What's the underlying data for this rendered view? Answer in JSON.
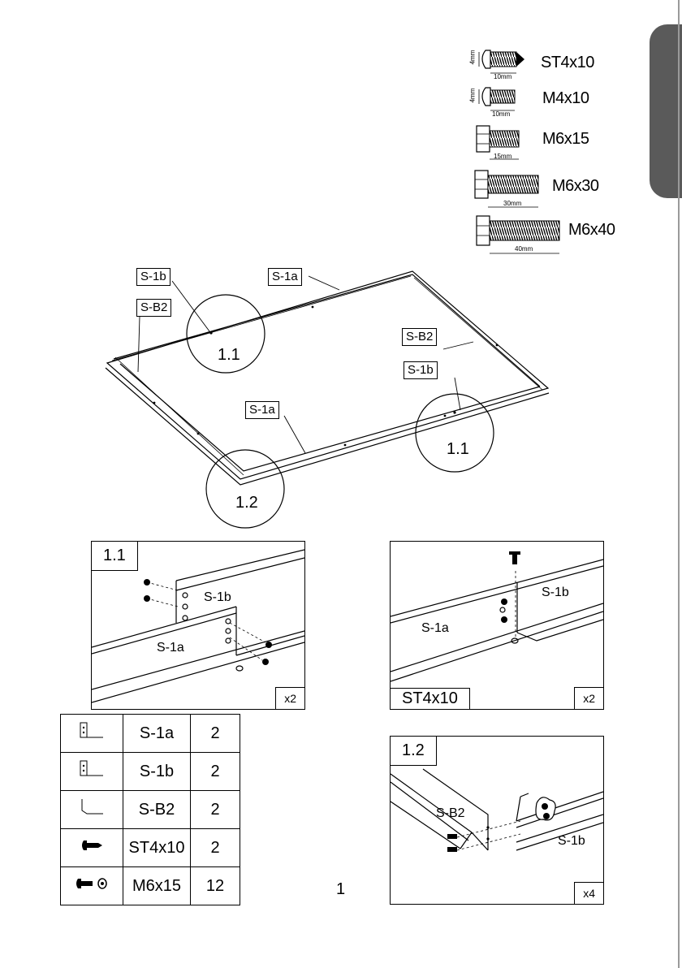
{
  "hardware": [
    {
      "dim_a": "4mm",
      "dim_b": "10mm",
      "label": "ST4x10"
    },
    {
      "dim_a": "4mm",
      "dim_b": "10mm",
      "label": "M4x10"
    },
    {
      "dim_b": "15mm",
      "label": "M6x15"
    },
    {
      "dim_b": "30mm",
      "label": "M6x30"
    },
    {
      "dim_b": "40mm",
      "label": "M6x40"
    }
  ],
  "overview": {
    "tag_s1b_top": "S-1b",
    "tag_s1a_top": "S-1a",
    "tag_sb2_left": "S-B2",
    "tag_sb2_right": "S-B2",
    "tag_s1b_right": "S-1b",
    "tag_s1a_front": "S-1a",
    "circle_a": "1.1",
    "circle_b": "1.1",
    "circle_c": "1.2"
  },
  "panel_a": {
    "title": "1.1",
    "label_1": "S-1b",
    "label_2": "S-1a",
    "multiplier": "x2"
  },
  "panel_b": {
    "label_1": "S-1b",
    "label_2": "S-1a",
    "screw": "ST4x10",
    "multiplier": "x2"
  },
  "panel_c": {
    "title": "1.2",
    "label_1": "S-B2",
    "label_2": "S-1b",
    "multiplier": "x4"
  },
  "parts_list": [
    {
      "part": "S-1a",
      "qty": "2"
    },
    {
      "part": "S-1b",
      "qty": "2"
    },
    {
      "part": "S-B2",
      "qty": "2"
    },
    {
      "part": "ST4x10",
      "qty": "2"
    },
    {
      "part": "M6x15",
      "qty": "12"
    }
  ],
  "page_number": "1",
  "colors": {
    "tab": "#5a5a5a",
    "ink": "#000000"
  }
}
